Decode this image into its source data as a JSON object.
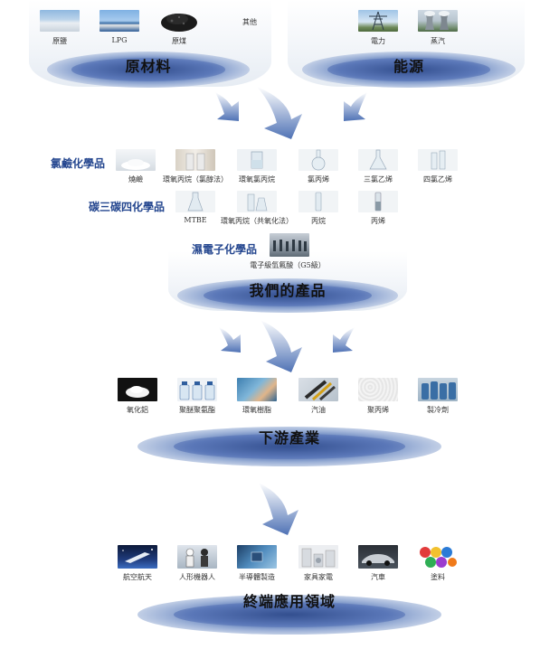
{
  "raw_materials": {
    "title": "原材料",
    "items": [
      {
        "label": "原鹽",
        "icon": "salt-field-icon"
      },
      {
        "label": "LPG",
        "icon": "lpg-tanker-icon"
      },
      {
        "label": "原煤",
        "icon": "coal-pile-icon"
      },
      {
        "label": "其他",
        "icon": ""
      }
    ]
  },
  "energy": {
    "title": "能源",
    "items": [
      {
        "label": "電力",
        "icon": "power-tower-icon"
      },
      {
        "label": "蒸汽",
        "icon": "cooling-tower-icon"
      }
    ]
  },
  "products": {
    "title": "我們的產品",
    "categories": [
      {
        "name": "氯鹼化學品",
        "items": [
          "燒鹼",
          "環氧丙烷（氯醇法）",
          "環氧氯丙烷",
          "氯丙烯",
          "三氯乙烯",
          "四氯乙烯"
        ]
      },
      {
        "name": "碳三碳四化學品",
        "items": [
          "MTBE",
          "環氧丙烷（共氧化法）",
          "丙烷",
          "丙烯"
        ]
      },
      {
        "name": "濕電子化學品",
        "items": [
          "電子級氫氟酸（G5級）"
        ]
      }
    ]
  },
  "downstream": {
    "title": "下游產業",
    "items": [
      "氧化鋁",
      "聚醚聚氨酯",
      "環氧樹脂",
      "汽油",
      "聚丙烯",
      "製冷劑"
    ]
  },
  "end_use": {
    "title": "終端應用領域",
    "items": [
      "航空航天",
      "人形機器人",
      "半導體製造",
      "家具家電",
      "汽車",
      "塗料"
    ]
  },
  "colors": {
    "accent_blue": "#24468f",
    "arrow_blue": "#5f80bf"
  }
}
